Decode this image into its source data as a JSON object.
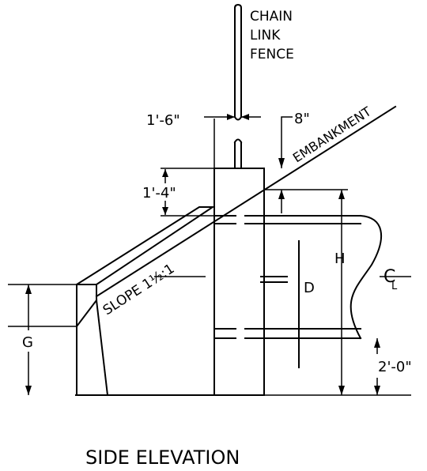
{
  "title": "SIDE ELEVATION",
  "labels": {
    "fence_line1": "CHAIN",
    "fence_line2": "LINK",
    "fence_line3": "FENCE",
    "dim_left_top": "1'-6\"",
    "dim_right_top": "8\"",
    "embankment": "EMBANKMENT",
    "dim_1_4": "1'-4\"",
    "slope": "SLOPE 1½:1",
    "height": "H",
    "diameter": "D",
    "centerline": "C",
    "centerline_sub": "L",
    "g": "G",
    "dim_2_0": "2'-0\""
  }
}
